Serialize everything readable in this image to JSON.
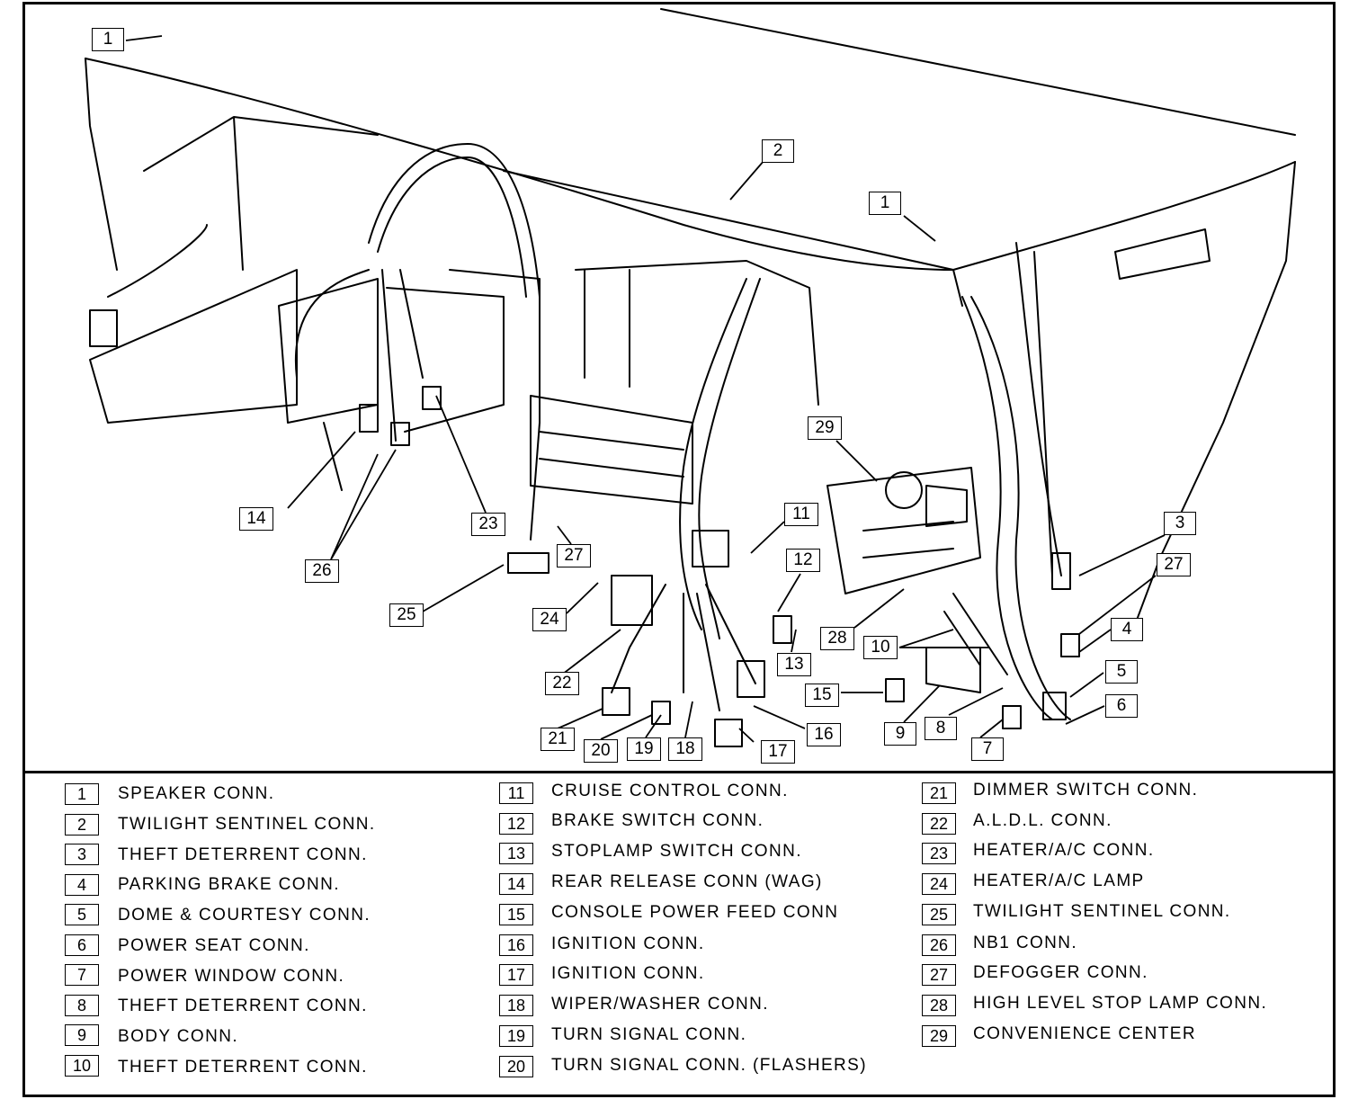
{
  "diagram": {
    "callouts": [
      {
        "id": "c1a",
        "label": "1"
      },
      {
        "id": "c1b",
        "label": "1"
      },
      {
        "id": "c2",
        "label": "2"
      },
      {
        "id": "c3",
        "label": "3"
      },
      {
        "id": "c4",
        "label": "4"
      },
      {
        "id": "c5",
        "label": "5"
      },
      {
        "id": "c6",
        "label": "6"
      },
      {
        "id": "c7",
        "label": "7"
      },
      {
        "id": "c8",
        "label": "8"
      },
      {
        "id": "c9",
        "label": "9"
      },
      {
        "id": "c10",
        "label": "10"
      },
      {
        "id": "c11",
        "label": "11"
      },
      {
        "id": "c12",
        "label": "12"
      },
      {
        "id": "c13",
        "label": "13"
      },
      {
        "id": "c14",
        "label": "14"
      },
      {
        "id": "c15",
        "label": "15"
      },
      {
        "id": "c16",
        "label": "16"
      },
      {
        "id": "c17",
        "label": "17"
      },
      {
        "id": "c18",
        "label": "18"
      },
      {
        "id": "c19",
        "label": "19"
      },
      {
        "id": "c20",
        "label": "20"
      },
      {
        "id": "c21",
        "label": "21"
      },
      {
        "id": "c22",
        "label": "22"
      },
      {
        "id": "c23",
        "label": "23"
      },
      {
        "id": "c24",
        "label": "24"
      },
      {
        "id": "c25",
        "label": "25"
      },
      {
        "id": "c26",
        "label": "26"
      },
      {
        "id": "c27a",
        "label": "27"
      },
      {
        "id": "c27b",
        "label": "27"
      },
      {
        "id": "c28",
        "label": "28"
      },
      {
        "id": "c29",
        "label": "29"
      }
    ]
  },
  "legend": [
    {
      "num": "1",
      "text": "SPEAKER CONN."
    },
    {
      "num": "2",
      "text": "TWILIGHT SENTINEL CONN."
    },
    {
      "num": "3",
      "text": "THEFT DETERRENT CONN."
    },
    {
      "num": "4",
      "text": "PARKING BRAKE CONN."
    },
    {
      "num": "5",
      "text": "DOME & COURTESY CONN."
    },
    {
      "num": "6",
      "text": "POWER SEAT CONN."
    },
    {
      "num": "7",
      "text": "POWER WINDOW CONN."
    },
    {
      "num": "8",
      "text": "THEFT DETERRENT CONN."
    },
    {
      "num": "9",
      "text": "BODY CONN."
    },
    {
      "num": "10",
      "text": "THEFT DETERRENT CONN."
    },
    {
      "num": "11",
      "text": "CRUISE CONTROL CONN."
    },
    {
      "num": "12",
      "text": "BRAKE SWITCH CONN."
    },
    {
      "num": "13",
      "text": "STOPLAMP SWITCH CONN."
    },
    {
      "num": "14",
      "text": "REAR RELEASE CONN (WAG)"
    },
    {
      "num": "15",
      "text": "CONSOLE POWER FEED CONN"
    },
    {
      "num": "16",
      "text": "IGNITION CONN."
    },
    {
      "num": "17",
      "text": "IGNITION CONN."
    },
    {
      "num": "18",
      "text": "WIPER/WASHER CONN."
    },
    {
      "num": "19",
      "text": "TURN SIGNAL CONN."
    },
    {
      "num": "20",
      "text": "TURN SIGNAL CONN. (FLASHERS)"
    },
    {
      "num": "21",
      "text": "DIMMER SWITCH CONN."
    },
    {
      "num": "22",
      "text": "A.L.D.L. CONN."
    },
    {
      "num": "23",
      "text": "HEATER/A/C CONN."
    },
    {
      "num": "24",
      "text": "HEATER/A/C LAMP"
    },
    {
      "num": "25",
      "text": "TWILIGHT SENTINEL CONN."
    },
    {
      "num": "26",
      "text": "NB1 CONN."
    },
    {
      "num": "27",
      "text": "DEFOGGER CONN."
    },
    {
      "num": "28",
      "text": "HIGH LEVEL STOP LAMP CONN."
    },
    {
      "num": "29",
      "text": "CONVENIENCE CENTER"
    }
  ],
  "colors": {
    "ink": "#000000",
    "paper": "#ffffff"
  }
}
